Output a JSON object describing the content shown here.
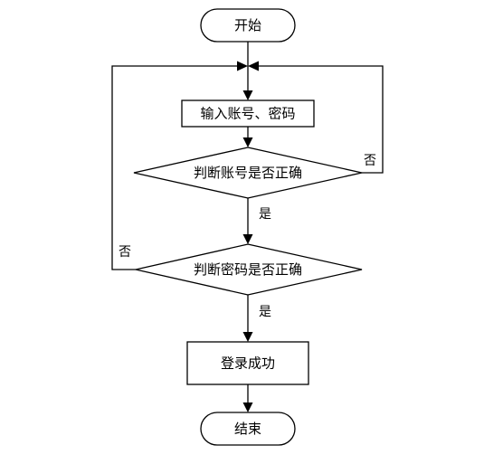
{
  "flowchart": {
    "nodes": {
      "start": "开始",
      "input": "输入账号、密码",
      "check_account": "判断账号是否正确",
      "check_password": "判断密码是否正确",
      "success": "登录成功",
      "end": "结束"
    },
    "edges": {
      "account_yes": "是",
      "account_no": "否",
      "password_yes": "是",
      "password_no": "否"
    }
  }
}
